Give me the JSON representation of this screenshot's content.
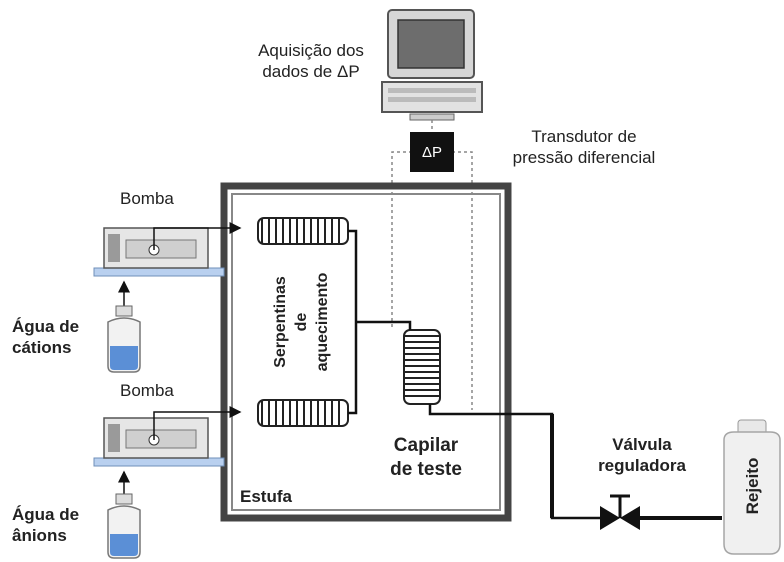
{
  "labels": {
    "acquisition_line1": "Aquisição dos",
    "acquisition_line2": "dados de ΔP",
    "transducer_line1": "Transdutor de",
    "transducer_line2": "pressão diferencial",
    "delta_p": "ΔP",
    "pump_top": "Bomba",
    "pump_bottom": "Bomba",
    "water_cations_line1": "Água de",
    "water_cations_line2": "cátions",
    "water_anions_line1": "Água de",
    "water_anions_line2": "ânions",
    "coils_line1": "Serpentinas",
    "coils_line2": "de",
    "coils_line3": "aquecimento",
    "capillary_line1": "Capilar",
    "capillary_line2": "de teste",
    "oven": "Estufa",
    "valve_line1": "Válvula",
    "valve_line2": "reguladora",
    "waste": "Rejeito"
  },
  "icons": [
    "computer-icon",
    "pump-icon",
    "bottle-icon",
    "coil-icon",
    "valve-icon",
    "waste-container-icon"
  ],
  "colors": {
    "line": "#111111",
    "liquid": "#5b8fd6",
    "device_gray": "#9a9a9a",
    "platform": "#b9d0ef"
  }
}
